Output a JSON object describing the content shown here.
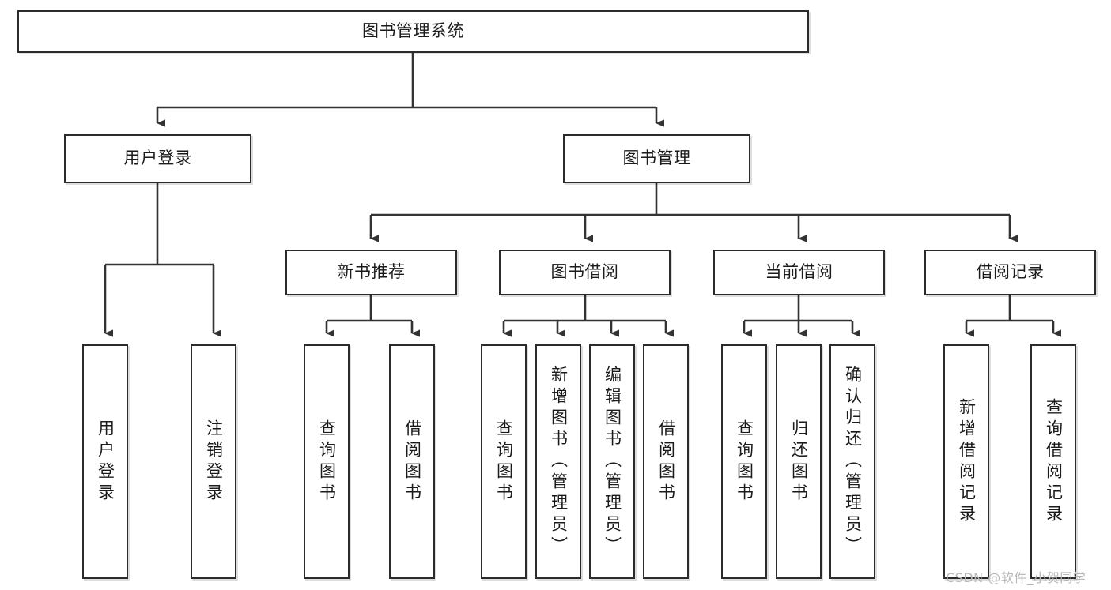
{
  "diagram": {
    "type": "hierarchy-tree",
    "title": "图书管理系统",
    "watermark": "CSDN @软件_小贺同学",
    "colors": {
      "box_border": "#2b2b2b",
      "box_fill": "#ffffff",
      "connector": "#333333",
      "text": "#1b1b1b",
      "watermark": "#b9b9b9"
    },
    "nodes": {
      "root": {
        "label": "图书管理系统",
        "orientation": "horizontal"
      },
      "l1": [
        {
          "id": "user-login",
          "label": "用户登录",
          "orientation": "horizontal"
        },
        {
          "id": "book-manage",
          "label": "图书管理",
          "orientation": "horizontal"
        }
      ],
      "l2": [
        {
          "id": "new-book-recommend",
          "label": "新书推荐",
          "orientation": "horizontal"
        },
        {
          "id": "book-borrow",
          "label": "图书借阅",
          "orientation": "horizontal"
        },
        {
          "id": "current-borrow",
          "label": "当前借阅",
          "orientation": "horizontal"
        },
        {
          "id": "borrow-record",
          "label": "借阅记录",
          "orientation": "horizontal"
        }
      ],
      "leaves": [
        {
          "id": "leaf-user-login",
          "label": "用户登录",
          "parent": "user-login",
          "orientation": "vertical"
        },
        {
          "id": "leaf-logout-login",
          "label": "注销登录",
          "parent": "user-login",
          "orientation": "vertical"
        },
        {
          "id": "leaf-query-book-1",
          "label": "查询图书",
          "parent": "new-book-recommend",
          "orientation": "vertical"
        },
        {
          "id": "leaf-borrow-book-1",
          "label": "借阅图书",
          "parent": "new-book-recommend",
          "orientation": "vertical"
        },
        {
          "id": "leaf-query-book-2",
          "label": "查询图书",
          "parent": "book-borrow",
          "orientation": "vertical"
        },
        {
          "id": "leaf-add-book",
          "label": "新增图书（管理员）",
          "parent": "book-borrow",
          "orientation": "vertical"
        },
        {
          "id": "leaf-edit-book",
          "label": "编辑图书（管理员）",
          "parent": "book-borrow",
          "orientation": "vertical"
        },
        {
          "id": "leaf-borrow-book-2",
          "label": "借阅图书",
          "parent": "book-borrow",
          "orientation": "vertical"
        },
        {
          "id": "leaf-query-book-3",
          "label": "查询图书",
          "parent": "current-borrow",
          "orientation": "vertical"
        },
        {
          "id": "leaf-return-book",
          "label": "归还图书",
          "parent": "current-borrow",
          "orientation": "vertical"
        },
        {
          "id": "leaf-confirm-return",
          "label": "确认归还（管理员）",
          "parent": "current-borrow",
          "orientation": "vertical"
        },
        {
          "id": "leaf-add-record",
          "label": "新增借阅记录",
          "parent": "borrow-record",
          "orientation": "vertical"
        },
        {
          "id": "leaf-query-record",
          "label": "查询借阅记录",
          "parent": "borrow-record",
          "orientation": "vertical"
        }
      ]
    }
  }
}
